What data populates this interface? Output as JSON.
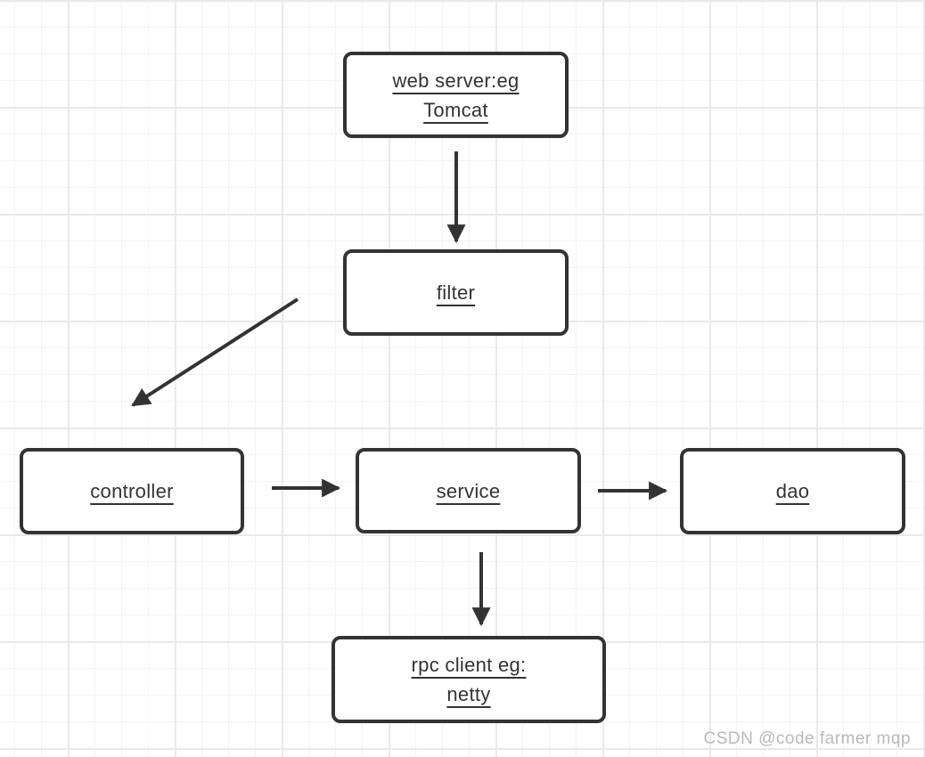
{
  "diagram": {
    "nodes": [
      {
        "id": "web-server",
        "label": "web server:eg\nTomcat"
      },
      {
        "id": "filter",
        "label": "filter"
      },
      {
        "id": "controller",
        "label": "controller"
      },
      {
        "id": "service",
        "label": "service"
      },
      {
        "id": "dao",
        "label": "dao"
      },
      {
        "id": "rpc-client",
        "label": "rpc client eg:\nnetty"
      }
    ],
    "edges": [
      {
        "from": "web-server",
        "to": "filter"
      },
      {
        "from": "filter",
        "to": "controller"
      },
      {
        "from": "controller",
        "to": "service"
      },
      {
        "from": "service",
        "to": "dao"
      },
      {
        "from": "service",
        "to": "rpc-client"
      }
    ],
    "colors": {
      "node_border": "#333333",
      "node_fill": "#ffffff",
      "text": "#333333",
      "arrow": "#333333",
      "grid_minor": "#f3f3f6",
      "grid_major": "#e9e9ed",
      "background": "#ffffff",
      "watermark": "#b9b9b9"
    }
  },
  "watermark": {
    "text": "CSDN @code farmer mqp"
  }
}
